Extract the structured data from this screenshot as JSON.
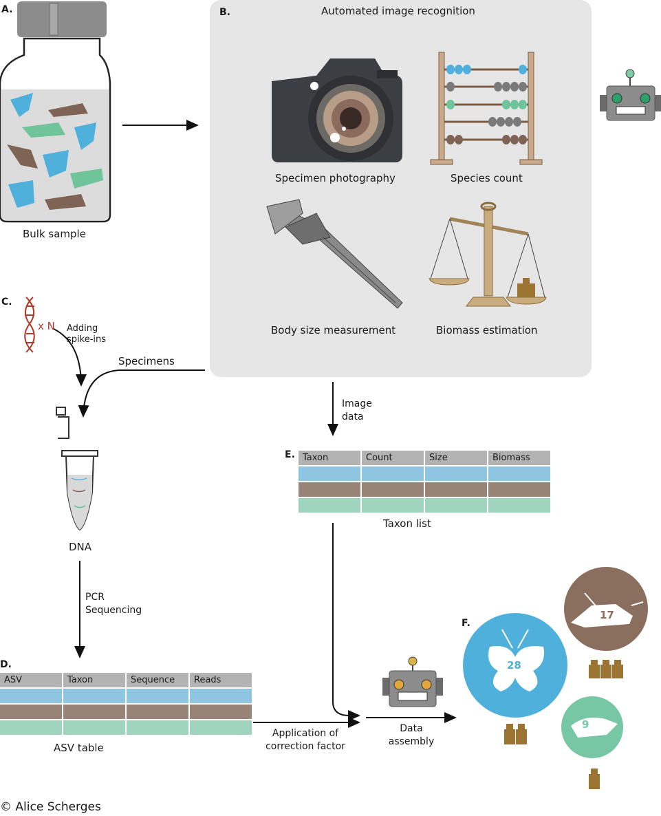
{
  "panels": {
    "A": "A.",
    "B": "B.",
    "C": "C.",
    "D": "D.",
    "E": "E.",
    "F": "F."
  },
  "panelA": {
    "caption": "Bulk sample"
  },
  "panelB": {
    "title": "Automated image recognition",
    "items": [
      "Specimen photography",
      "Species count",
      "Body size measurement",
      "Biomass estimation"
    ]
  },
  "panelC": {
    "dna_multiplier": "x N",
    "spike_label": "Adding spike-ins",
    "specimens_label": "Specimens",
    "dna_caption": "DNA"
  },
  "flow": {
    "image_data": "Image data",
    "pcr": "PCR",
    "sequencing": "Sequencing",
    "correction": "Application of correction factor",
    "assembly": "Data assembly"
  },
  "panelD": {
    "headers": [
      "ASV",
      "Taxon",
      "Sequence",
      "Reads"
    ],
    "caption": "ASV table"
  },
  "panelE": {
    "headers": [
      "Taxon",
      "Count",
      "Size",
      "Biomass"
    ],
    "caption": "Taxon list"
  },
  "panelF": {
    "counts": {
      "butterfly": "28",
      "cricket": "17",
      "weevil": "9"
    }
  },
  "colors": {
    "blue": "#4fb0dc",
    "brown": "#8a6e5e",
    "green": "#78c7a4",
    "weight": "#9a7430",
    "dna": "#b23a2a"
  },
  "credit": "© Alice Scherges"
}
